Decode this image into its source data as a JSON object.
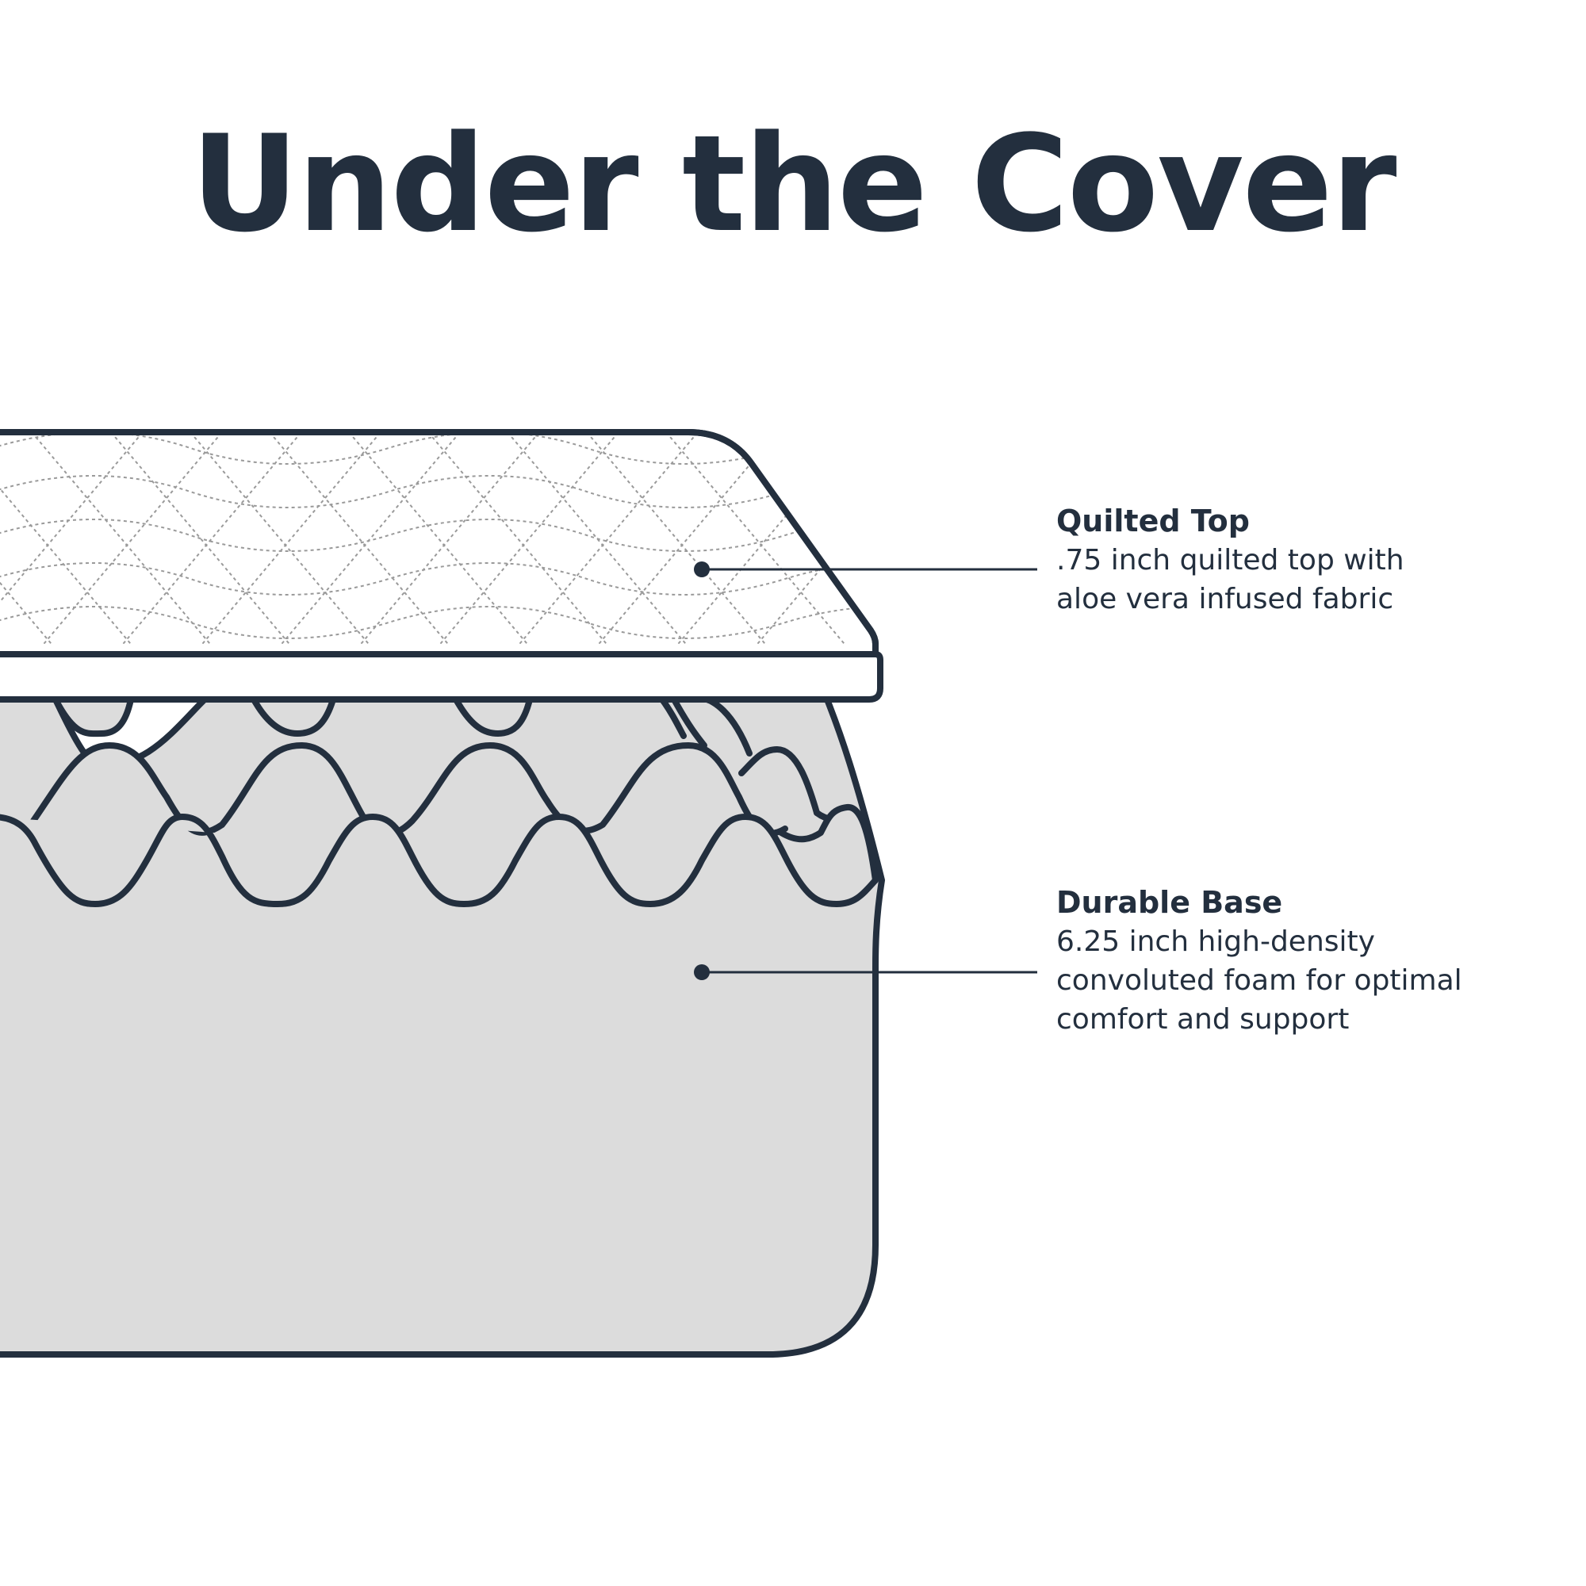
{
  "title": "Under the Cover",
  "layers": [
    {
      "heading": "Quilted Top",
      "description_lines": [
        ".75 inch quilted top with",
        "aloe vera infused fabric"
      ]
    },
    {
      "heading": "Durable Base",
      "description_lines": [
        "6.25 inch high-density",
        "convoluted foam for optimal",
        "comfort and support"
      ]
    }
  ],
  "colors": {
    "outline": "#232f3e",
    "foam_fill": "#dcdcdc",
    "quilt_fill": "#ffffff",
    "stitch": "#9a9a9a",
    "text": "#232f3e"
  }
}
